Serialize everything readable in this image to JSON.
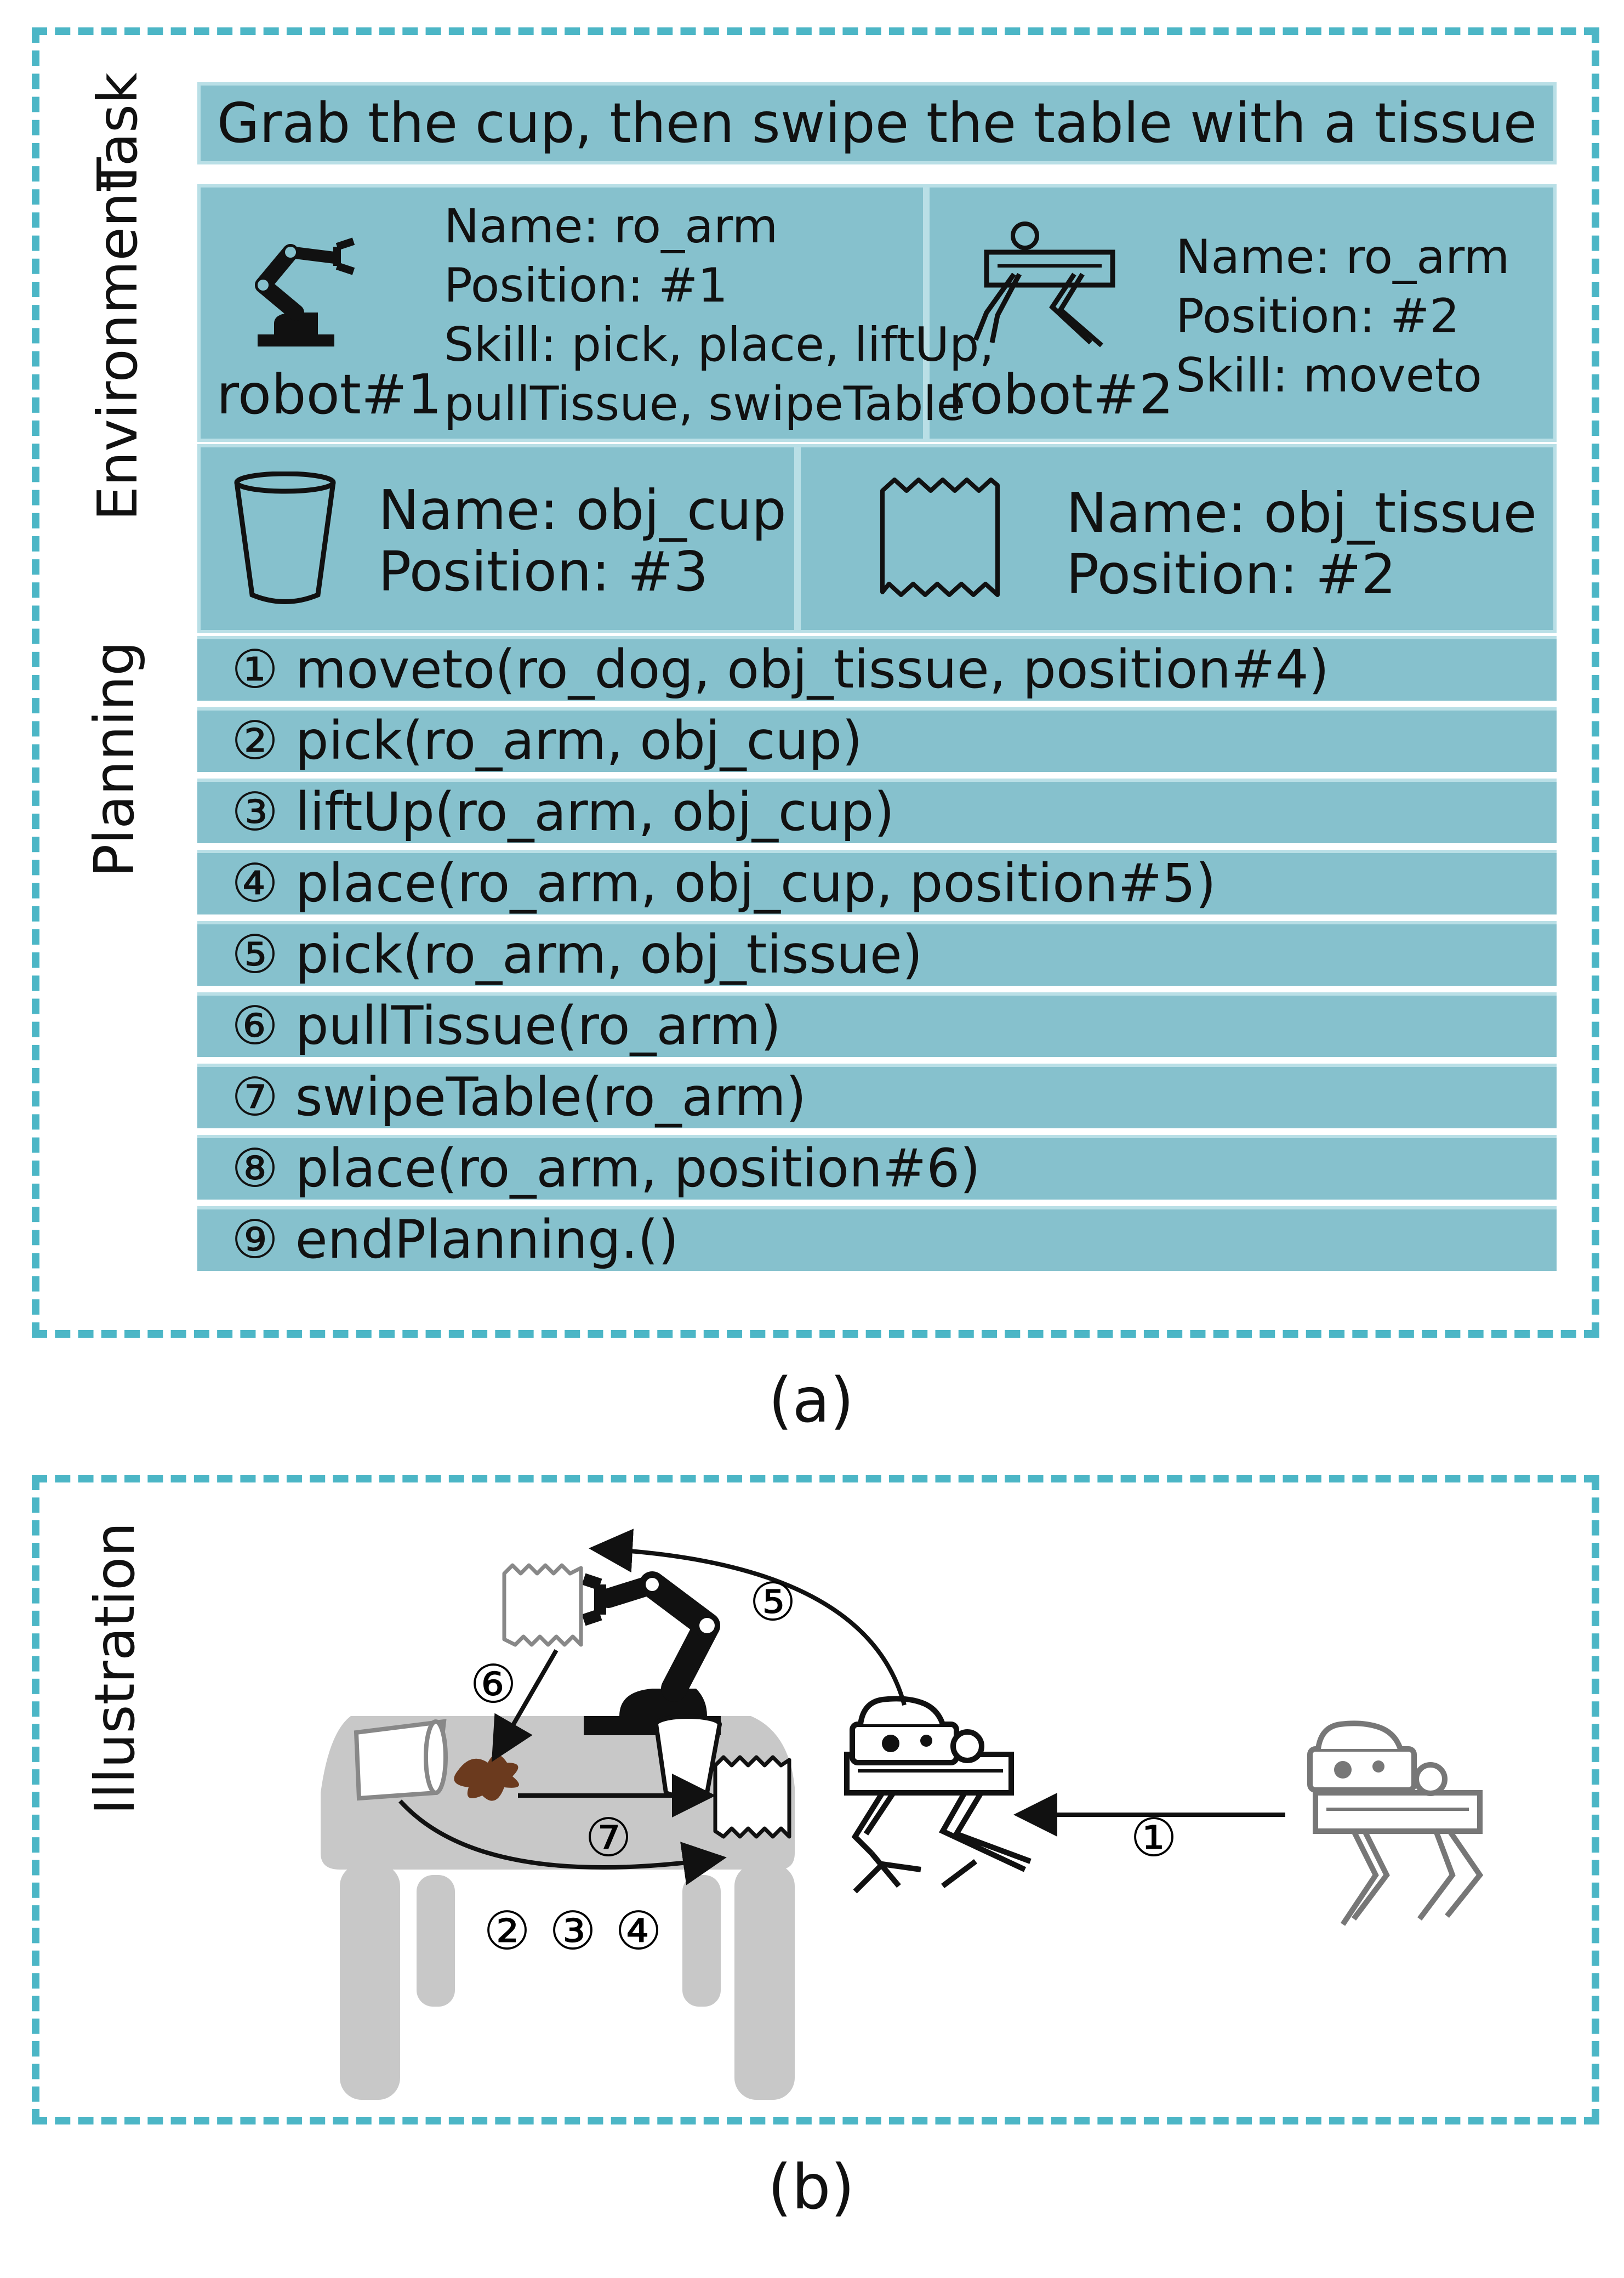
{
  "sections": {
    "task": "Task",
    "environment": "Environment",
    "planning": "Planning",
    "illustration": "Illustration"
  },
  "captions": {
    "a": "(a)",
    "b": "(b)"
  },
  "task_text": "Grab the cup, then swipe the table with a tissue",
  "robots": [
    {
      "label": "robot#1",
      "name": "Name: ro_arm",
      "position": "Position: #1",
      "skill_line1": "Skill: pick, place, liftUp,",
      "skill_line2": "pullTissue, swipeTable"
    },
    {
      "label": "robot#2",
      "name": "Name: ro_arm",
      "position": "Position: #2",
      "skill_line1": "Skill: moveto"
    }
  ],
  "objects": [
    {
      "name": "Name: obj_cup",
      "position": "Position: #3"
    },
    {
      "name": "Name: obj_tissue",
      "position": "Position: #2"
    }
  ],
  "plan_steps": [
    "① moveto(ro_dog, obj_tissue, position#4)",
    "② pick(ro_arm, obj_cup)",
    "③ liftUp(ro_arm, obj_cup)",
    "④ place(ro_arm, obj_cup, position#5)",
    "⑤ pick(ro_arm, obj_tissue)",
    "⑥ pullTissue(ro_arm)",
    "⑦ swipeTable(ro_arm)",
    "⑧ place(ro_arm, position#6)",
    "⑨ endPlanning.()"
  ],
  "illustration_markers": [
    "①",
    "②",
    "③",
    "④",
    "⑤",
    "⑥",
    "⑦"
  ],
  "colors": {
    "accent": "#4cb6c6",
    "cell": "#86c1cd",
    "table": "#c8c8c8",
    "stain": "#6b3a1e"
  }
}
